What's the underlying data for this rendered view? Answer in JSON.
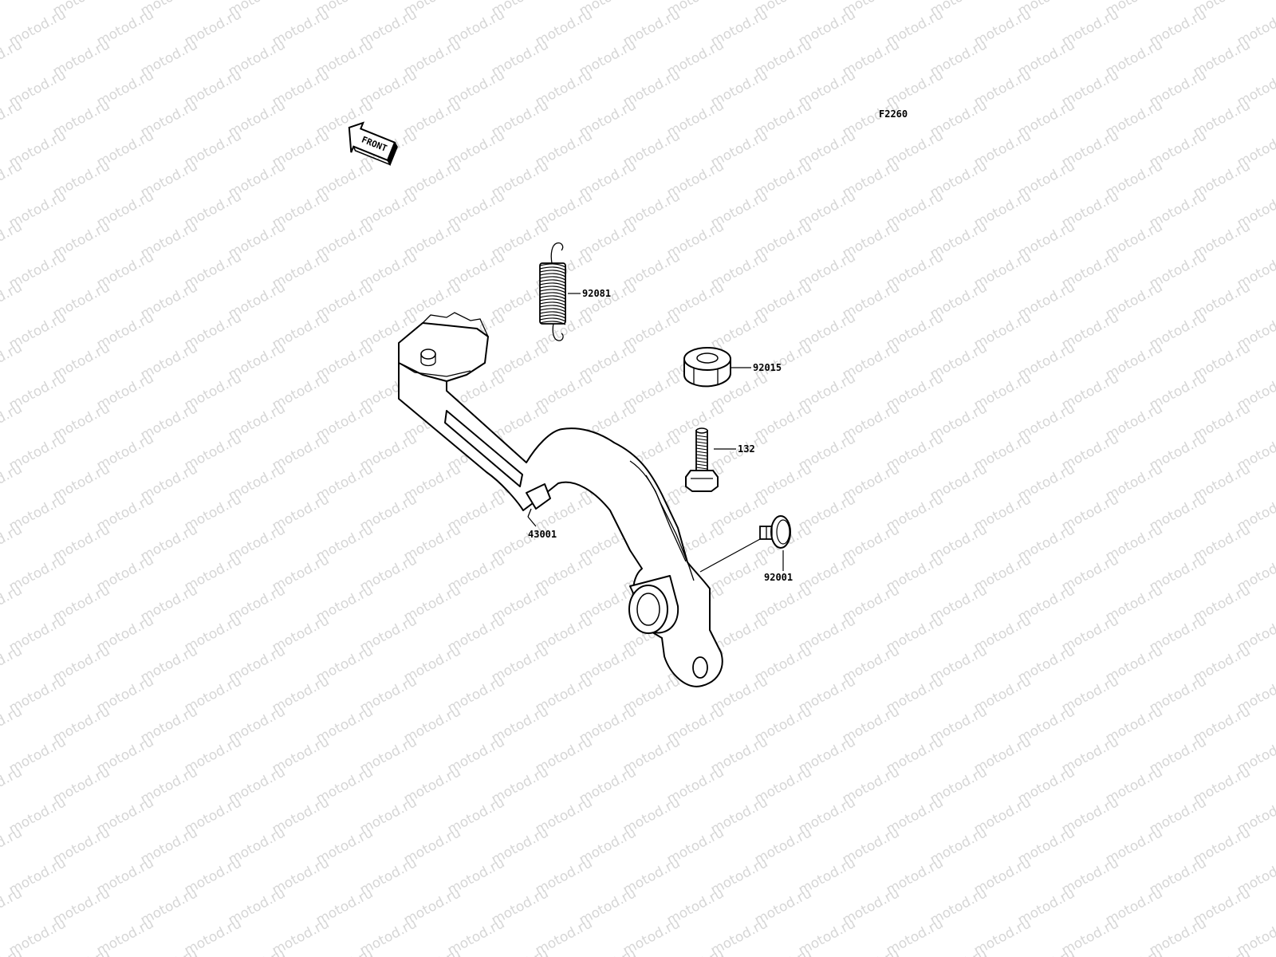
{
  "diagram_code": "F2260",
  "front_arrow_label": "FRONT",
  "watermark_text": "motod.ru",
  "parts": [
    {
      "id": "spring",
      "number": "92081"
    },
    {
      "id": "nut",
      "number": "92015"
    },
    {
      "id": "bolt",
      "number": "132"
    },
    {
      "id": "pedal",
      "number": "43001"
    },
    {
      "id": "pin",
      "number": "92001"
    }
  ],
  "colors": {
    "line": "#000000",
    "watermark": "#d6d6d6",
    "background": "#ffffff"
  }
}
